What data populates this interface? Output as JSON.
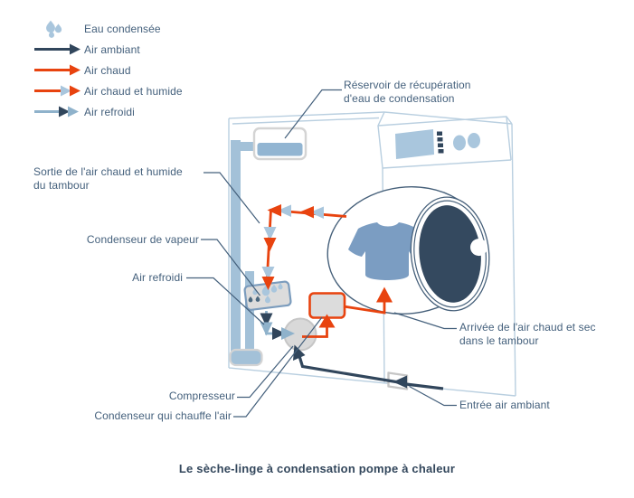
{
  "legend": {
    "items": [
      {
        "icon": "water-droplets-icon",
        "label": "Eau condensée"
      },
      {
        "icon": "ambient-air-arrow-icon",
        "label": "Air ambiant"
      },
      {
        "icon": "hot-air-arrow-icon",
        "label": "Air chaud"
      },
      {
        "icon": "hot-humid-air-arrow-icon",
        "label": "Air chaud et humide"
      },
      {
        "icon": "cooled-air-arrow-icon",
        "label": "Air refroidi"
      }
    ]
  },
  "labels": {
    "reservoir": "Réservoir de récupération\nd'eau de condensation",
    "drum_exit": "Sortie de l'air chaud et humide\ndu tambour",
    "vapor_condenser": "Condenseur de vapeur",
    "cooled_air": "Air refroidi",
    "compressor": "Compresseur",
    "heating_condenser": "Condenseur qui chauffe l'air",
    "drum_inlet": "Arrivée de l'air chaud et sec\ndans le tambour",
    "ambient_inlet": "Entrée air ambiant"
  },
  "caption": "Le sèche-linge à condensation pompe à chaleur",
  "colors": {
    "hot_air": "#e8430f",
    "ambient_air": "#31465c",
    "cooled_air": "#8fb2cb",
    "light_blue": "#a9c6dd",
    "water_blue": "#92b5d2",
    "shirt_blue": "#7b9dc2",
    "door_dark": "#34495f",
    "drum_line": "#46607a",
    "machine_line": "#b9cfe0",
    "gray_fill": "#dcdcdc",
    "gray_border": "#c6c6c6",
    "text": "#44607c",
    "caption": "#33475c"
  }
}
